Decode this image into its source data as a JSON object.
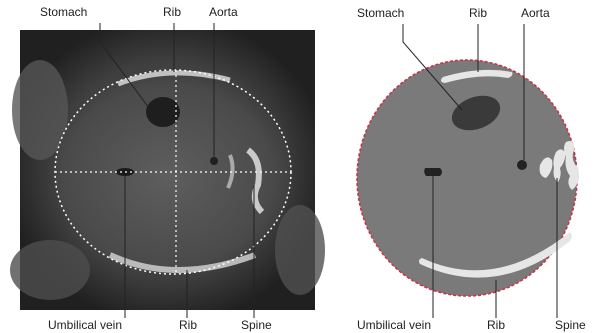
{
  "panels": {
    "ultrasound": {
      "labels": {
        "stomach": "Stomach",
        "rib_top": "Rib",
        "aorta": "Aorta",
        "umbilical_vein": "Umbilical vein",
        "rib_bottom": "Rib",
        "spine": "Spine"
      }
    },
    "schematic": {
      "labels": {
        "stomach": "Stomach",
        "rib_top": "Rib",
        "aorta": "Aorta",
        "umbilical_vein": "Umbilical vein",
        "rib_bottom": "Rib",
        "spine": "Spine"
      }
    }
  },
  "colors": {
    "abdomen_fill": "#7a7a7a",
    "abdomen_outline": "#c8334a",
    "stomach_fill": "#3a3a3a",
    "bone_fill": "#e6e6e6",
    "ultrasound_bg": "#2a2a2a"
  }
}
